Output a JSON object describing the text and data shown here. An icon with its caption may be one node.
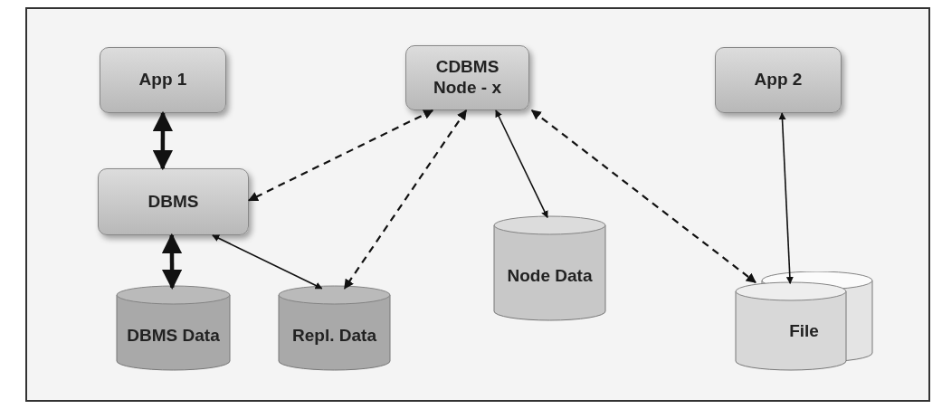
{
  "diagram": {
    "nodes": [
      {
        "text": [
          "App 1"
        ]
      },
      {
        "text": [
          "CDBMS Node - x"
        ]
      },
      {
        "text": [
          "App 2"
        ]
      },
      {
        "text": [
          "DBMS"
        ]
      },
      {
        "text": [
          "Node Data"
        ]
      },
      {
        "text": [
          "DBMS Data"
        ]
      },
      {
        "text": [
          "Repl. Data"
        ]
      },
      {
        "text": [
          "File"
        ]
      }
    ],
    "edges": [
      {
        "from": 0,
        "to": 3,
        "arrow": "both",
        "style": "thick"
      },
      {
        "from": 1,
        "to": 3,
        "arrow": "both",
        "style": "dashed"
      },
      {
        "from": 3,
        "to": 5,
        "arrow": "both",
        "style": "thick"
      },
      {
        "from": 3,
        "to": 6,
        "arrow": "both"
      },
      {
        "from": 1,
        "to": 6,
        "arrow": "both",
        "style": "dashed"
      },
      {
        "from": 1,
        "to": 4,
        "arrow": "both"
      },
      {
        "from": 1,
        "to": 7,
        "arrow": "both",
        "style": "dashed"
      },
      {
        "from": 2,
        "to": 7,
        "arrow": "both"
      }
    ]
  }
}
